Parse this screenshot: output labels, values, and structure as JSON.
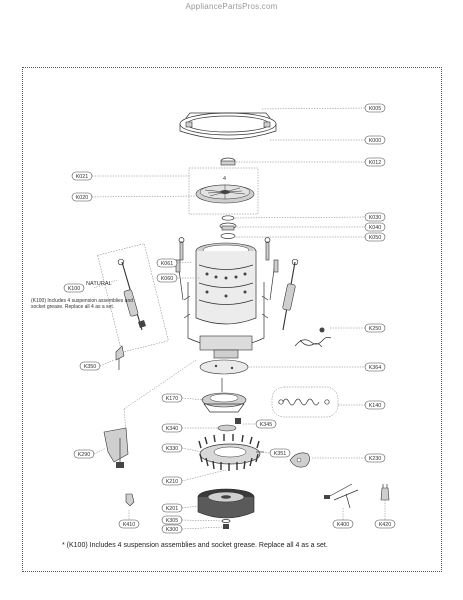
{
  "header": {
    "site": "AppliancePartsPros.com"
  },
  "callouts": [
    {
      "id": "k005",
      "text": "K005"
    },
    {
      "id": "k000",
      "text": "K000"
    },
    {
      "id": "k012",
      "text": "K012"
    },
    {
      "id": "k021",
      "text": "K021"
    },
    {
      "id": "k020",
      "text": "K020"
    },
    {
      "id": "k030",
      "text": "K030"
    },
    {
      "id": "k040",
      "text": "K040"
    },
    {
      "id": "k050",
      "text": "K050"
    },
    {
      "id": "k061",
      "text": "K061"
    },
    {
      "id": "k060",
      "text": "K060"
    },
    {
      "id": "k100",
      "text": "K100"
    },
    {
      "id": "k250",
      "text": "K250"
    },
    {
      "id": "k350",
      "text": "K350"
    },
    {
      "id": "k364",
      "text": "K364"
    },
    {
      "id": "k170",
      "text": "K170"
    },
    {
      "id": "k140",
      "text": "K140"
    },
    {
      "id": "k340",
      "text": "K340"
    },
    {
      "id": "k345",
      "text": "K345"
    },
    {
      "id": "k290",
      "text": "K290"
    },
    {
      "id": "k330",
      "text": "K330"
    },
    {
      "id": "k351",
      "text": "K351"
    },
    {
      "id": "k230",
      "text": "K230"
    },
    {
      "id": "k210",
      "text": "K210"
    },
    {
      "id": "k201",
      "text": "K201"
    },
    {
      "id": "k410",
      "text": "K410"
    },
    {
      "id": "k305",
      "text": "K305"
    },
    {
      "id": "k300",
      "text": "K300"
    },
    {
      "id": "k400",
      "text": "K400"
    },
    {
      "id": "k420",
      "text": "K420"
    }
  ],
  "labels": {
    "natural": "NATURAL",
    "k100_note": "(K100) Includes 4 suspension assemblies and socket grease. Replace all 4 as a set.",
    "footnote": "* (K100) Includes 4 suspension assemblies and socket grease. Replace all 4 as a set."
  }
}
